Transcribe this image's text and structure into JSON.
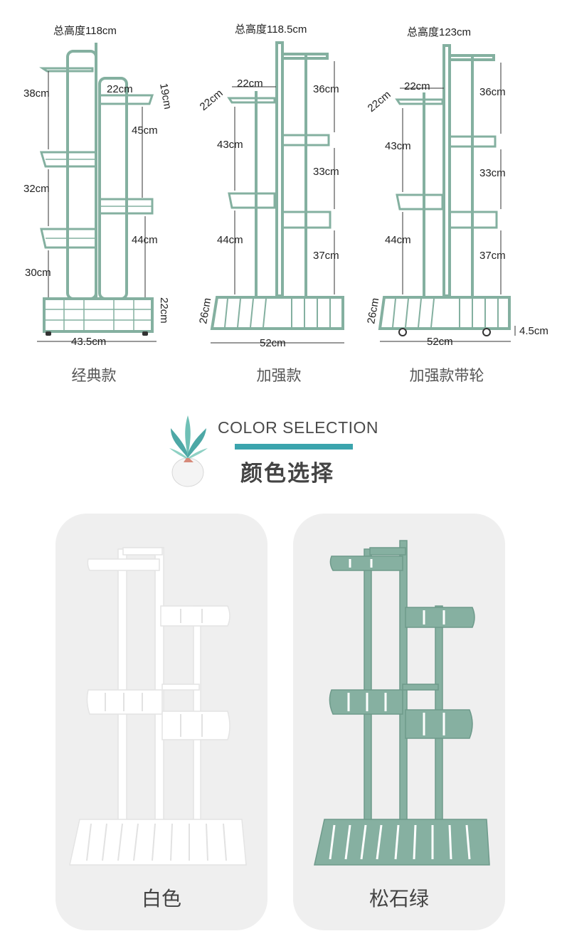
{
  "models": [
    {
      "name": "经典款",
      "total_height": "总高度118cm",
      "dims": {
        "d1": "38cm",
        "d2": "32cm",
        "d3": "30cm",
        "d4": "22cm",
        "d5": "19cm",
        "d6": "45cm",
        "d7": "44cm",
        "d8": "22cm",
        "width": "43.5cm"
      }
    },
    {
      "name": "加强款",
      "total_height": "总高度118.5cm",
      "dims": {
        "top": "22cm",
        "depth": "22cm",
        "left1": "43cm",
        "left2": "44cm",
        "right1": "36cm",
        "right2": "33cm",
        "right3": "37cm",
        "base": "26cm",
        "width": "52cm"
      }
    },
    {
      "name": "加强款带轮",
      "total_height": "总高度123cm",
      "dims": {
        "top": "22cm",
        "depth": "22cm",
        "left1": "43cm",
        "left2": "44cm",
        "right1": "36cm",
        "right2": "33cm",
        "right3": "37cm",
        "base": "26cm",
        "width": "52cm",
        "wheel": "4.5cm"
      }
    }
  ],
  "color_selection": {
    "title_en": "COLOR SELECTION",
    "title_zh": "颜色选择",
    "accent": "#3ba4ad"
  },
  "colors": [
    {
      "name": "白色",
      "hex": "#ffffff"
    },
    {
      "name": "松石绿",
      "hex": "#86b0a1"
    }
  ],
  "icons": {
    "plant": "succulent-pot-icon"
  }
}
